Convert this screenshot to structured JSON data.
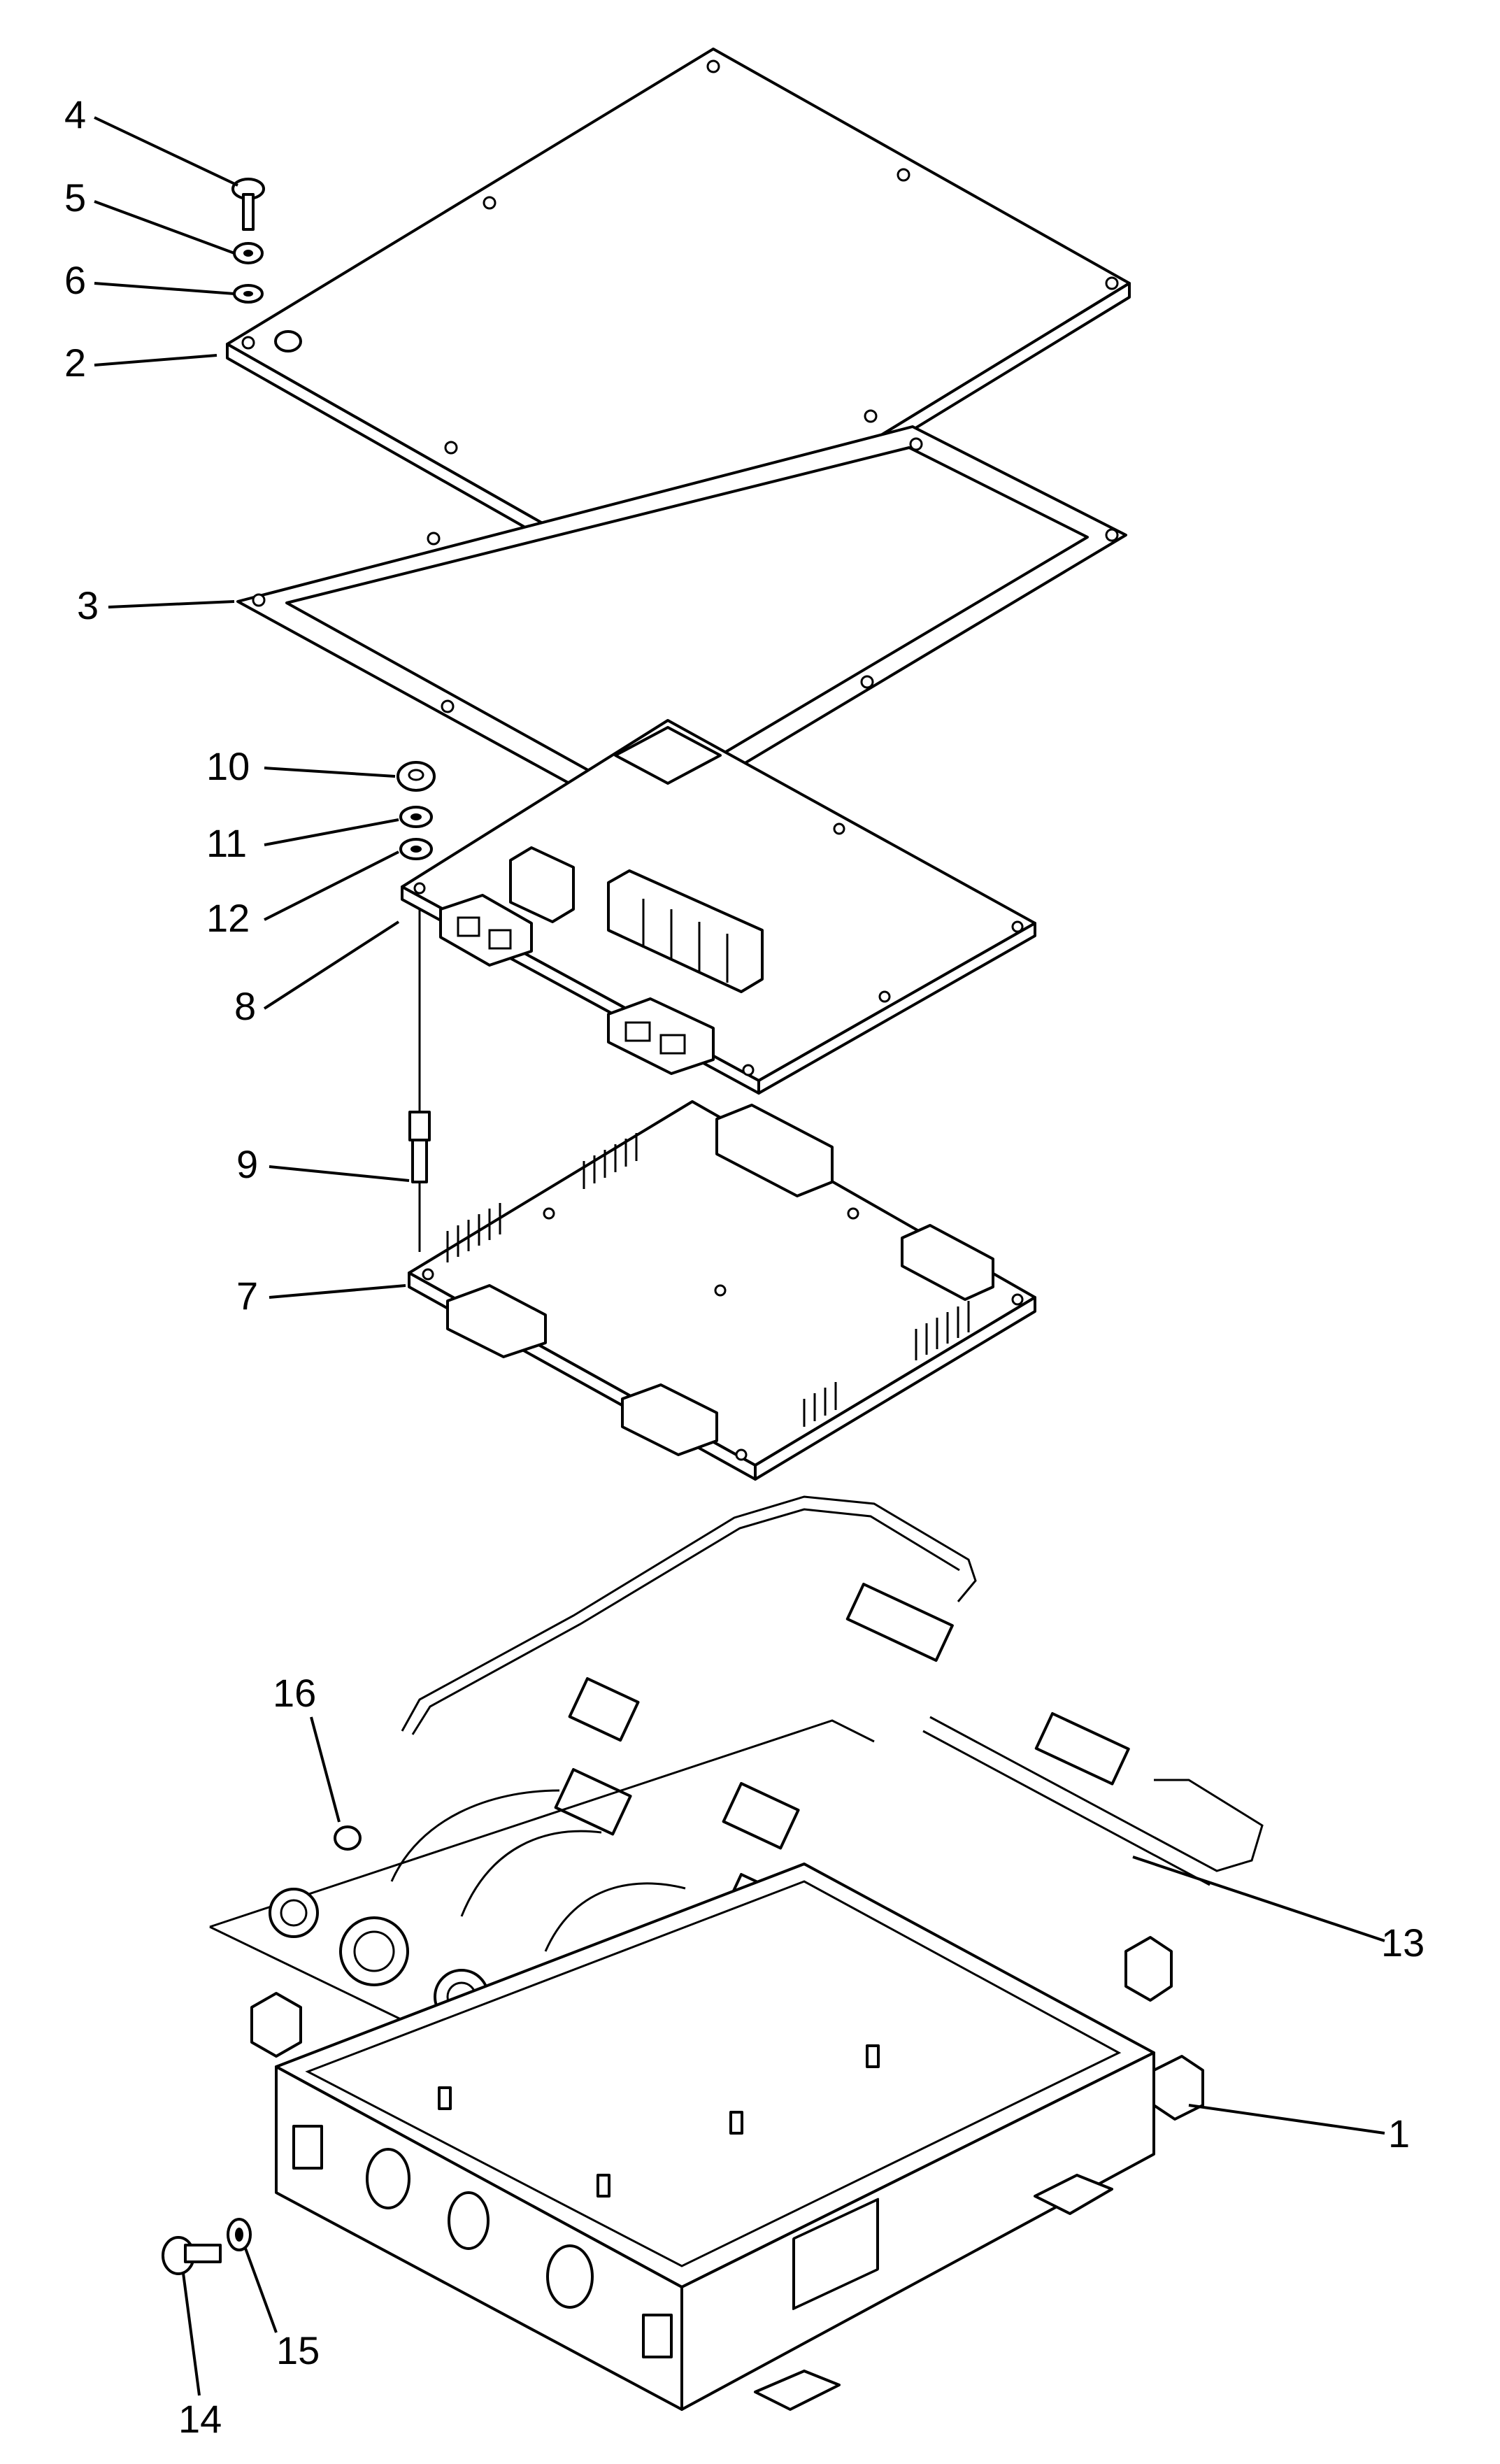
{
  "callouts": [
    {
      "id": "p4",
      "label": "4"
    },
    {
      "id": "p5",
      "label": "5"
    },
    {
      "id": "p6",
      "label": "6"
    },
    {
      "id": "p2",
      "label": "2"
    },
    {
      "id": "p3",
      "label": "3"
    },
    {
      "id": "p10",
      "label": "10"
    },
    {
      "id": "p11",
      "label": "11"
    },
    {
      "id": "p12",
      "label": "12"
    },
    {
      "id": "p8",
      "label": "8"
    },
    {
      "id": "p9",
      "label": "9"
    },
    {
      "id": "p7",
      "label": "7"
    },
    {
      "id": "p16",
      "label": "16"
    },
    {
      "id": "p13",
      "label": "13"
    },
    {
      "id": "p1",
      "label": "1"
    },
    {
      "id": "p15",
      "label": "15"
    },
    {
      "id": "p14",
      "label": "14"
    }
  ]
}
